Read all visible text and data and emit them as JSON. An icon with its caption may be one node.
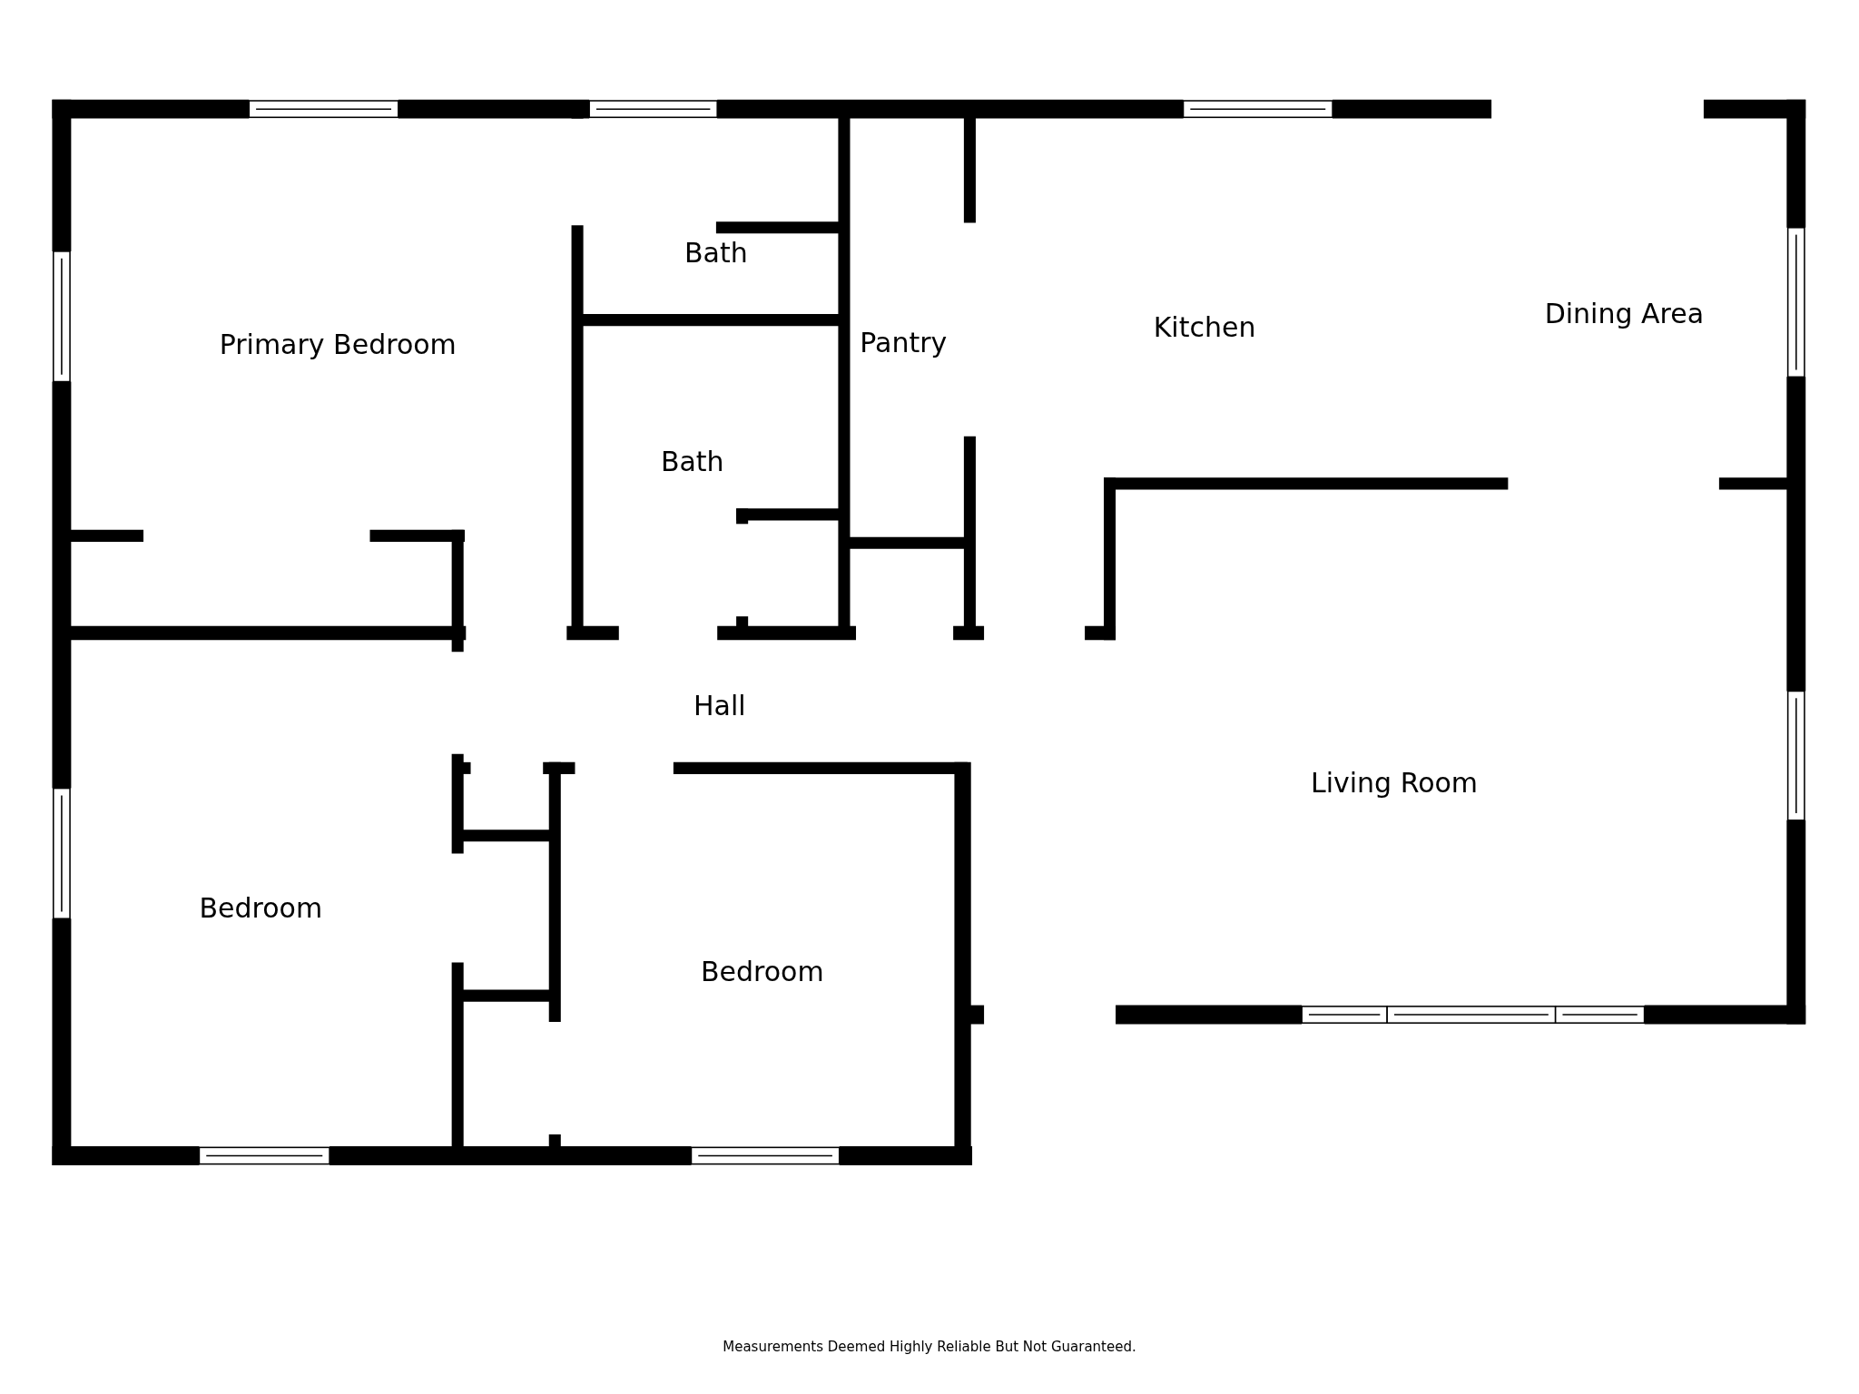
{
  "diagram": {
    "labels": [
      "Primary Bedroom",
      "Bath",
      "Pantry",
      "Kitchen",
      "Dining Area",
      "Bath",
      "Hall",
      "Living Room",
      "Bedroom",
      "Bedroom",
      "Measurements Deemed Highly Reliable But Not Guaranteed."
    ]
  }
}
